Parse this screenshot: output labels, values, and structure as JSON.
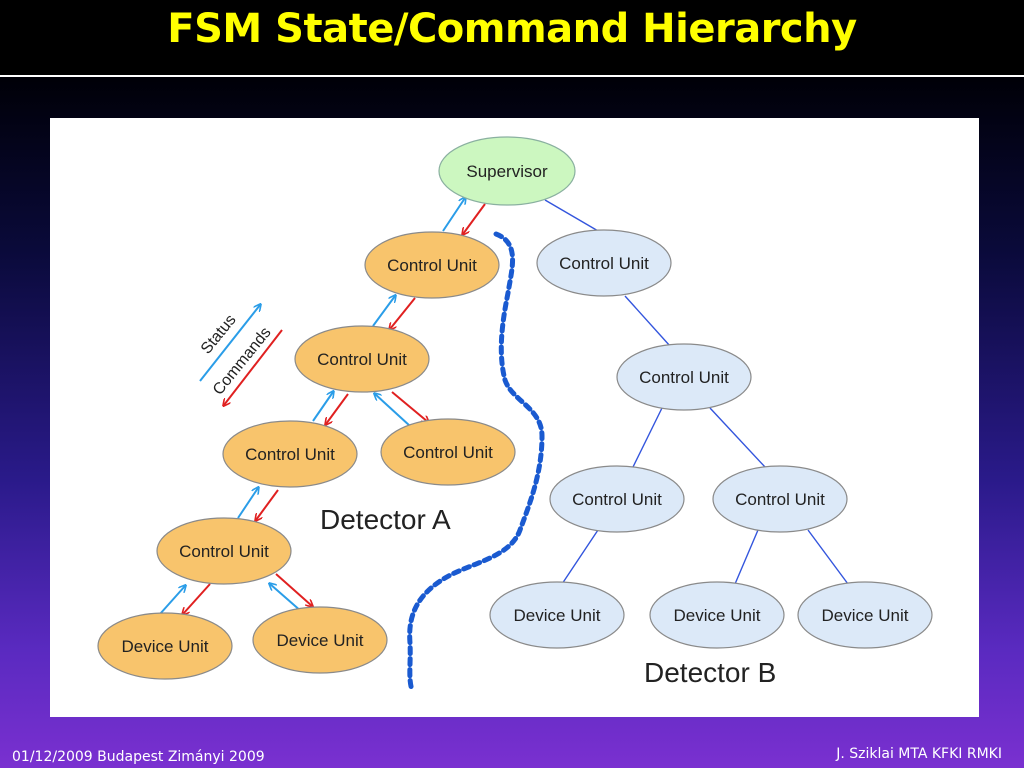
{
  "slide": {
    "title": "FSM State/Command Hierarchy",
    "footer_left": "01/12/2009 Budapest Zimányi 2009",
    "footer_right": "J. Sziklai MTA KFKI RMKI"
  },
  "colors": {
    "title_text": "#ffff00",
    "supervisor_fill": "#ccf7c0",
    "detector_a_fill": "#f8c46c",
    "detector_b_fill": "#dce9f8",
    "status_arrow": "#2a9de8",
    "command_arrow": "#e02020",
    "separator": "#1a5ad0"
  },
  "legend": {
    "status": "Status",
    "commands": "Commands"
  },
  "detectors": {
    "a": "Detector A",
    "b": "Detector B"
  },
  "nodes": {
    "supervisor": "Supervisor",
    "a_cu1": "Control Unit",
    "a_cu2": "Control Unit",
    "a_cu3": "Control Unit",
    "a_cu4": "Control Unit",
    "a_cu5": "Control Unit",
    "a_du1": "Device Unit",
    "a_du2": "Device Unit",
    "b_cu1": "Control Unit",
    "b_cu2": "Control Unit",
    "b_cu3": "Control Unit",
    "b_cu4": "Control Unit",
    "b_du1": "Device Unit",
    "b_du2": "Device Unit",
    "b_du3": "Device Unit"
  }
}
